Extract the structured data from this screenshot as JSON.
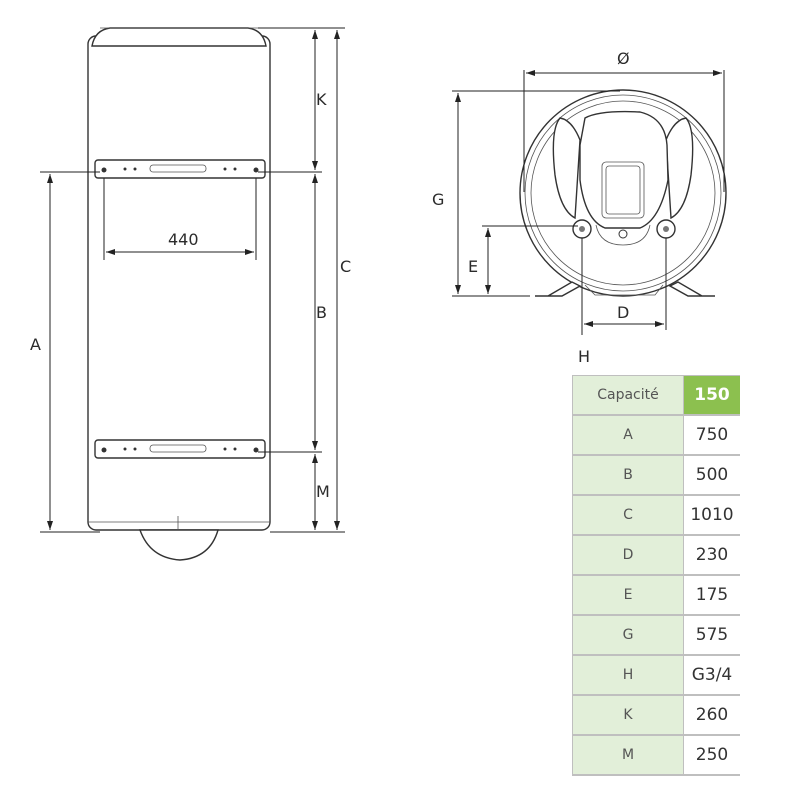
{
  "labels": {
    "K": "K",
    "C": "C",
    "B": "B",
    "A": "A",
    "M": "M",
    "width_440": "440",
    "diameter": "Ø",
    "G": "G",
    "E": "E",
    "D": "D",
    "H": "H"
  },
  "table": {
    "header": {
      "label": "Capacité",
      "value": "150"
    },
    "rows": [
      {
        "label": "A",
        "value": "750"
      },
      {
        "label": "B",
        "value": "500"
      },
      {
        "label": "C",
        "value": "1010"
      },
      {
        "label": "D",
        "value": "230"
      },
      {
        "label": "E",
        "value": "175"
      },
      {
        "label": "G",
        "value": "575"
      },
      {
        "label": "H",
        "value": "G3/4"
      },
      {
        "label": "K",
        "value": "260"
      },
      {
        "label": "M",
        "value": "250"
      }
    ]
  },
  "colors": {
    "header_green": "#8cc04f",
    "label_bg": "#e2efd9"
  }
}
